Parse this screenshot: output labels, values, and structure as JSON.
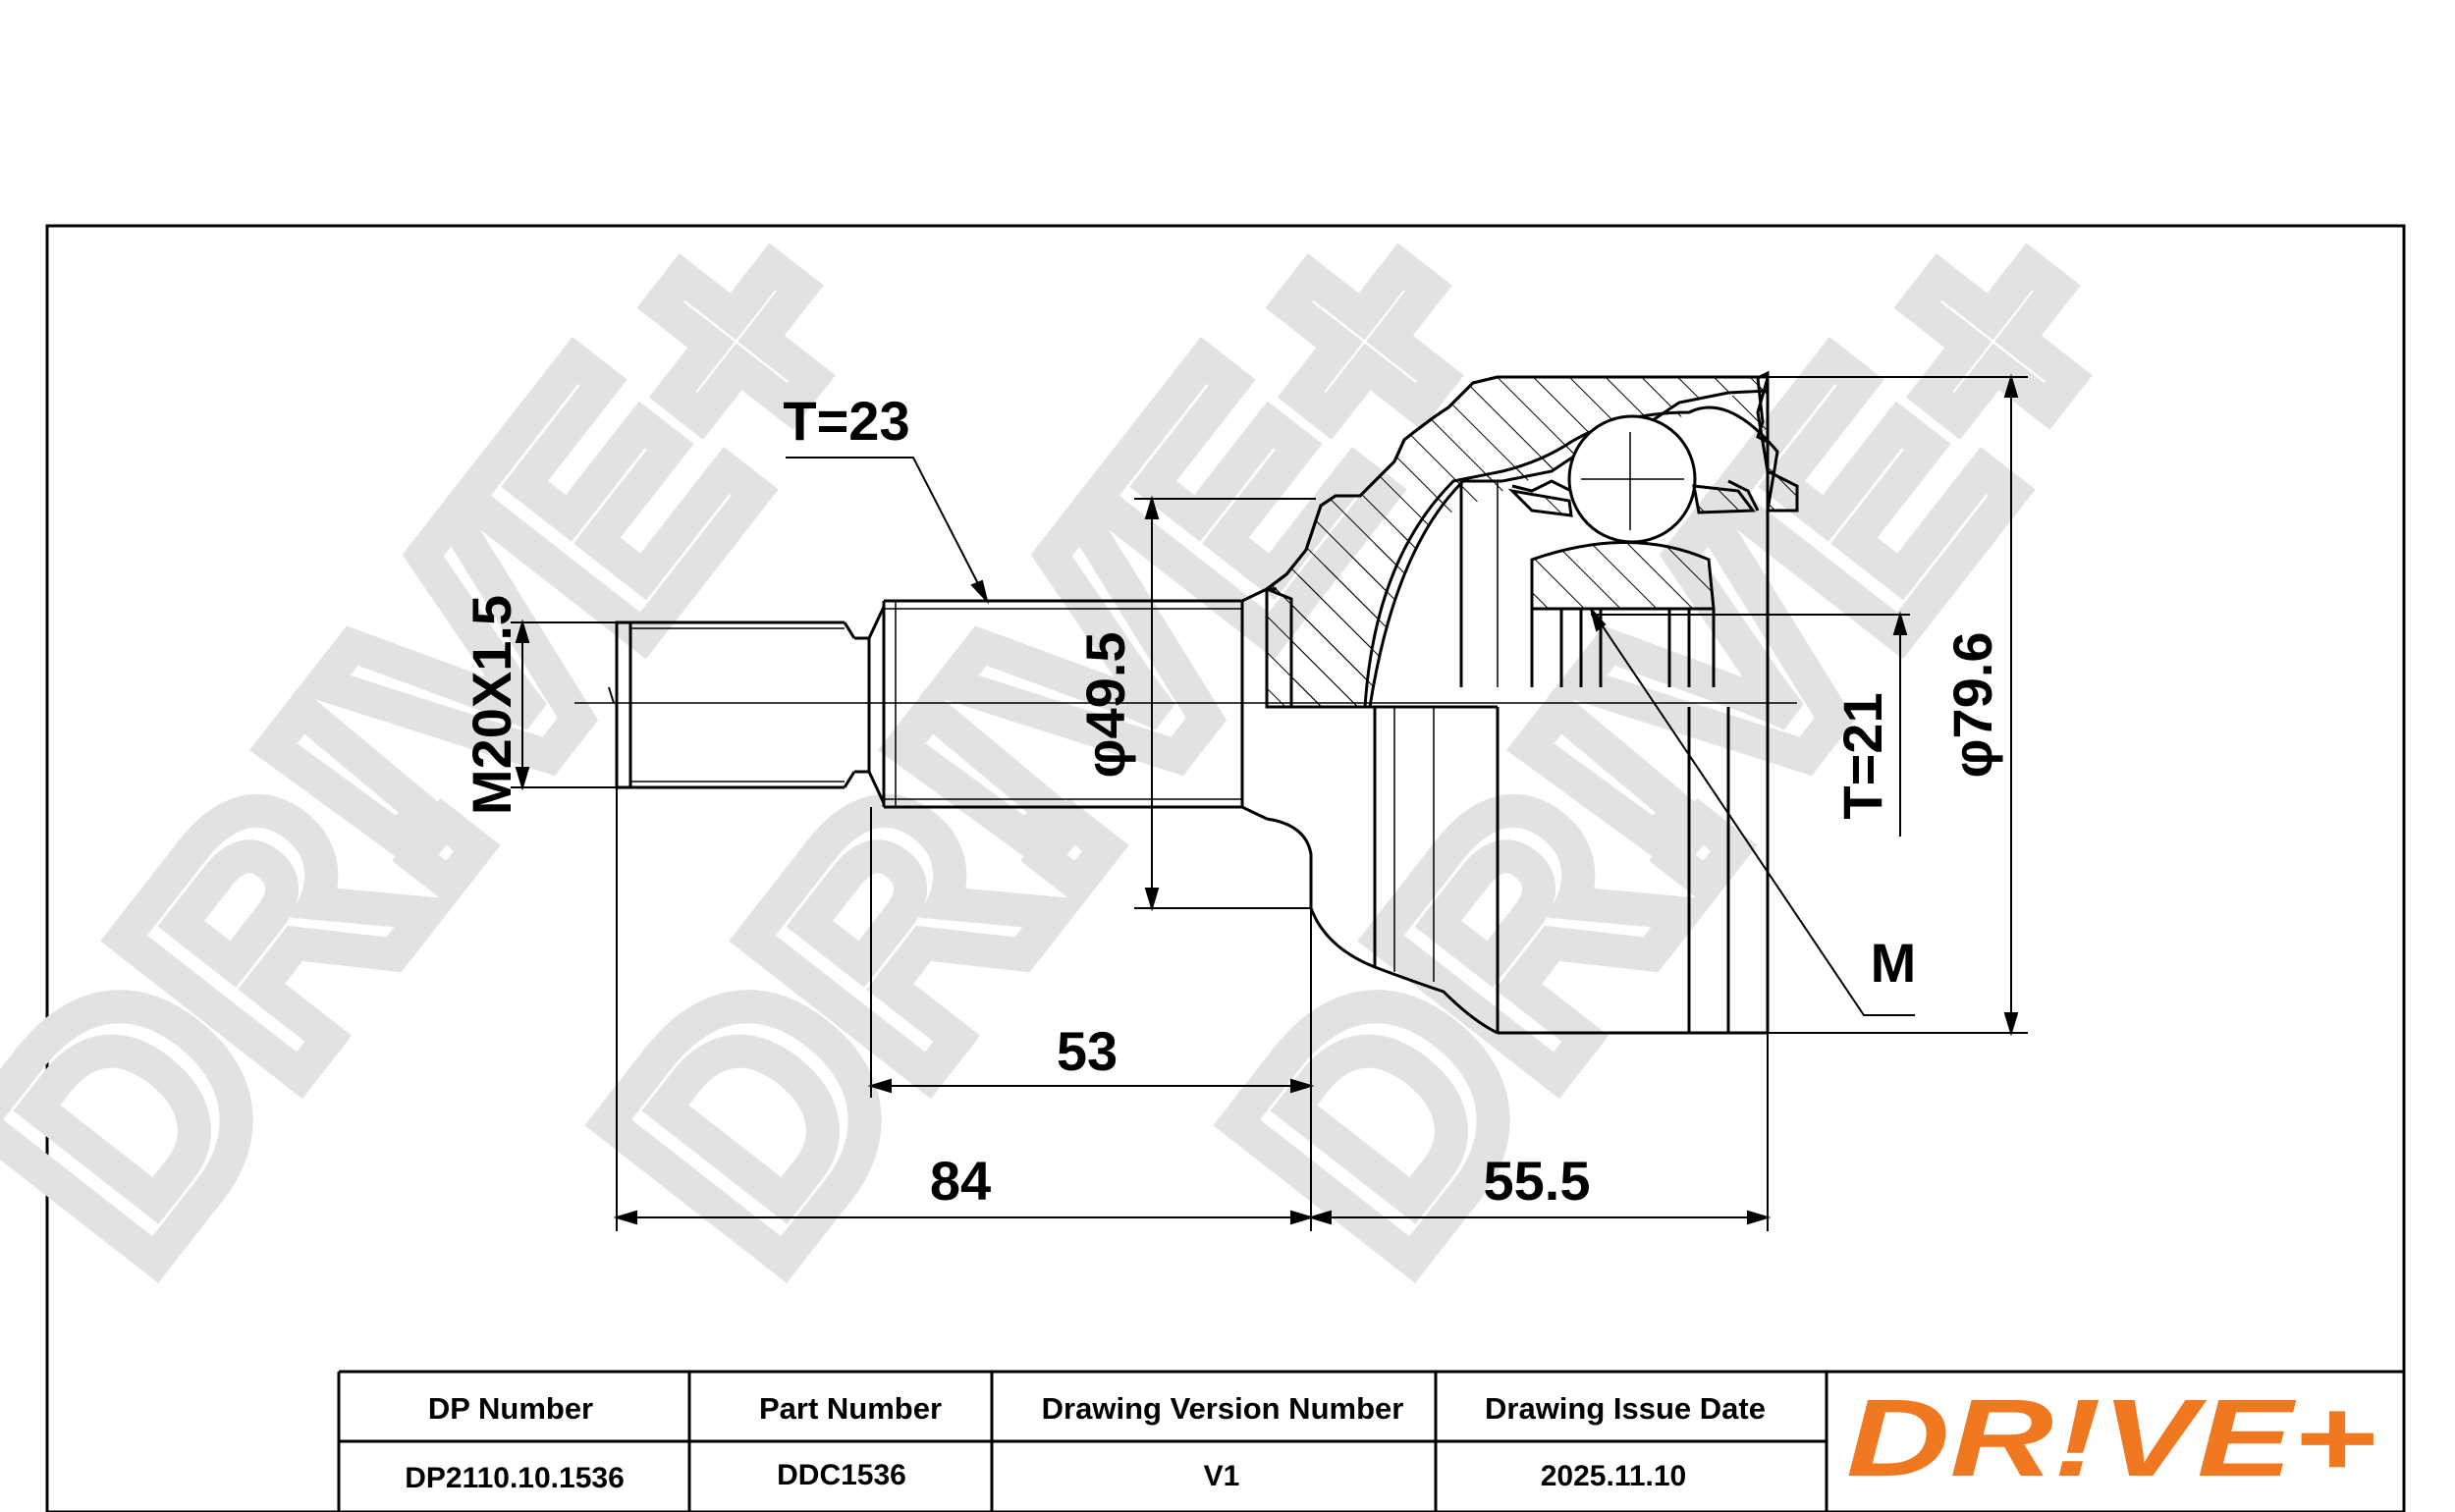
{
  "dimensions": {
    "thread": "M20X1.5",
    "spline_outer": "T=23",
    "diameter_shaft": "φ49.5",
    "spline_inner": "T=21",
    "diameter_outer": "φ79.6",
    "mark": "M",
    "length_shaft": "53",
    "length_total": "84",
    "length_housing": "55.5"
  },
  "title_block": {
    "headers": [
      "DP Number",
      "Part Number",
      "Drawing Version Number",
      "Drawing Issue Date"
    ],
    "values": [
      "DP2110.10.1536",
      "DDC1536",
      "V1",
      "2025.11.10"
    ]
  },
  "logo": {
    "text": "DR!VE+",
    "color": "#f07820"
  },
  "watermark": {
    "text": "DR!VE+",
    "color": "#e2e2e2"
  }
}
